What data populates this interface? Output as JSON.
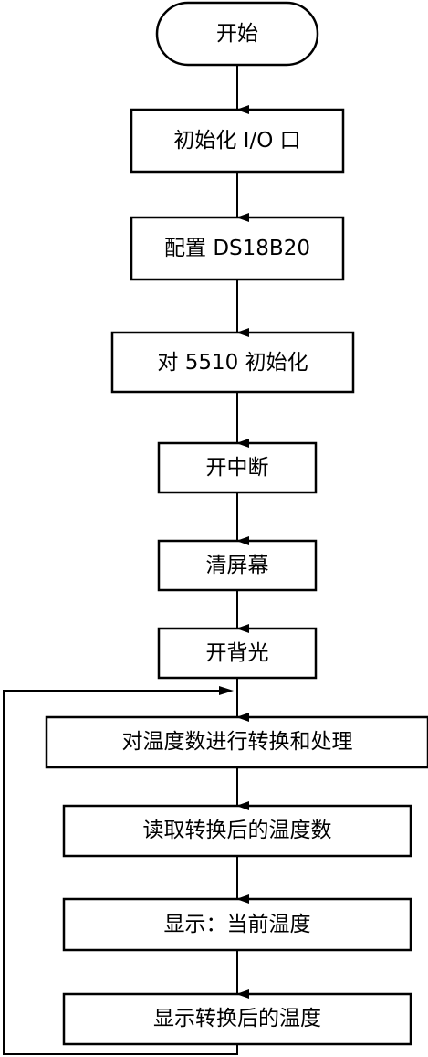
{
  "flowchart": {
    "start": "开始",
    "steps": [
      "初始化 I/O 口",
      "配置 DS18B20",
      "对 5510 初始化",
      "开中断",
      "清屏幕",
      "开背光",
      "对温度数进行转换和处理",
      "读取转换后的温度数",
      "显示：当前温度",
      "显示转换后的温度"
    ]
  }
}
